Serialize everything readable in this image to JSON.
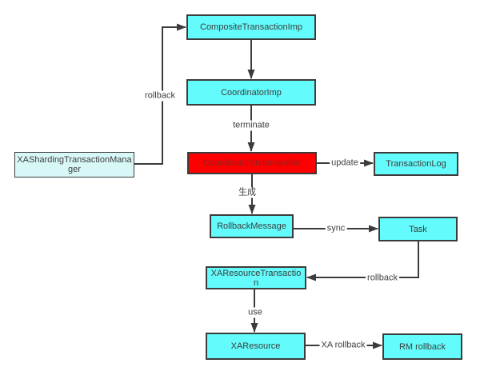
{
  "colors": {
    "cyan": "#63fbfb",
    "lightcyan": "#d8f8f8",
    "red": "#fe0000",
    "redtext": "#8f2020",
    "line": "#3c3c3c",
    "text": "#3d3d3d",
    "bg": "#ffffff"
  },
  "nodes": {
    "composite": {
      "label": "CompositeTransactionImp"
    },
    "coordinator": {
      "label": "CoordinatorImp"
    },
    "state_handler": {
      "label": "CoordinatorStateHandler"
    },
    "transaction_log": {
      "label": "TransactionLog"
    },
    "xa_sharding": {
      "label": "XAShardingTransactionManager"
    },
    "rollback_message": {
      "label": "RollbackMessage"
    },
    "task": {
      "label": "Task"
    },
    "xa_resource_transaction": {
      "label": "XAResourceTransaction"
    },
    "xa_resource": {
      "label": "XAResource"
    },
    "rm_rollback": {
      "label": "RM rollback"
    }
  },
  "edge_labels": {
    "rollback_up": "rollback",
    "terminate": "terminate",
    "update": "update",
    "generate": "生成",
    "sync": "sync",
    "rollback_task": "rollback",
    "use": "use",
    "xa_rollback": "XA rollback"
  }
}
